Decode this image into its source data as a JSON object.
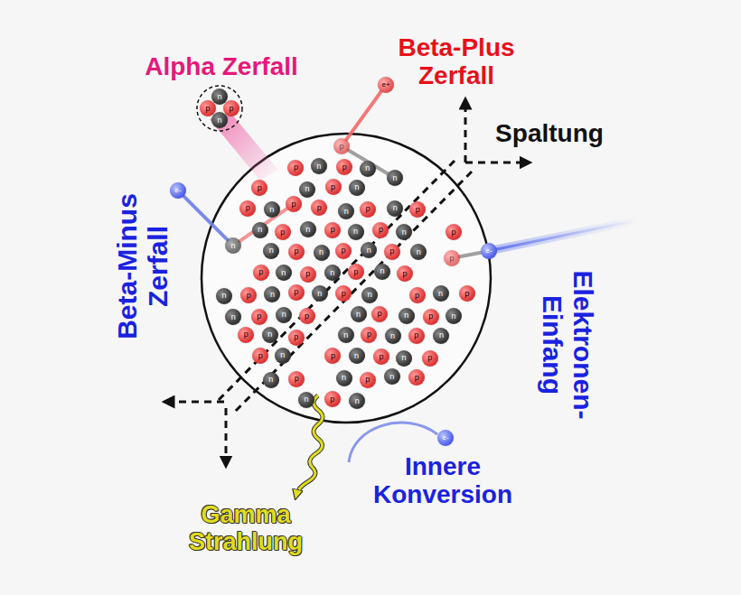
{
  "diagram": {
    "nodes": [
      {
        "text": [
          "n"
        ]
      },
      {
        "text": [
          "p"
        ]
      },
      {
        "text": [
          "p"
        ]
      },
      {
        "text": [
          "n"
        ]
      },
      {
        "text": [
          "e+"
        ]
      },
      {
        "text": [
          "p"
        ]
      },
      {
        "text": [
          "n"
        ]
      },
      {
        "text": [
          "e-"
        ]
      },
      {
        "text": [
          "n"
        ]
      },
      {
        "text": [
          "p"
        ]
      },
      {
        "text": [
          "e-"
        ]
      },
      {
        "text": [
          "p"
        ]
      },
      {
        "text": [
          "e-"
        ]
      },
      {
        "text": [
          "p"
        ]
      },
      {
        "text": [
          "n"
        ]
      },
      {
        "text": [
          "p"
        ]
      },
      {
        "text": [
          "n"
        ]
      },
      {
        "text": [
          "p"
        ]
      },
      {
        "text": [
          "n"
        ]
      },
      {
        "text": [
          "p"
        ]
      },
      {
        "text": [
          "n"
        ]
      },
      {
        "text": [
          "p"
        ]
      },
      {
        "text": [
          "n"
        ]
      },
      {
        "text": [
          "p"
        ]
      },
      {
        "text": [
          "n"
        ]
      },
      {
        "text": [
          "p"
        ]
      },
      {
        "text": [
          "n"
        ]
      },
      {
        "text": [
          "p"
        ]
      },
      {
        "text": [
          "n"
        ]
      },
      {
        "text": [
          "p"
        ]
      },
      {
        "text": [
          "n"
        ]
      },
      {
        "text": [
          "p"
        ]
      },
      {
        "text": [
          "n"
        ]
      },
      {
        "text": [
          "p"
        ]
      },
      {
        "text": [
          "n"
        ]
      },
      {
        "text": [
          "p"
        ]
      },
      {
        "text": [
          "n"
        ]
      },
      {
        "text": [
          "p"
        ]
      },
      {
        "text": [
          "n"
        ]
      },
      {
        "text": [
          "p"
        ]
      },
      {
        "text": [
          "n"
        ]
      },
      {
        "text": [
          "p"
        ]
      },
      {
        "text": [
          "n"
        ]
      },
      {
        "text": [
          "p"
        ]
      },
      {
        "text": [
          "n"
        ]
      },
      {
        "text": [
          "p"
        ]
      },
      {
        "text": [
          "n"
        ]
      },
      {
        "text": [
          "p"
        ]
      },
      {
        "text": [
          "n"
        ]
      },
      {
        "text": [
          "p"
        ]
      },
      {
        "text": [
          "n"
        ]
      },
      {
        "text": [
          "p"
        ]
      },
      {
        "text": [
          "n"
        ]
      },
      {
        "text": [
          "p"
        ]
      },
      {
        "text": [
          "n"
        ]
      },
      {
        "text": [
          "p"
        ]
      },
      {
        "text": [
          "n"
        ]
      },
      {
        "text": [
          "p"
        ]
      },
      {
        "text": [
          "n"
        ]
      },
      {
        "text": [
          "p"
        ]
      },
      {
        "text": [
          "n"
        ]
      },
      {
        "text": [
          "p"
        ]
      },
      {
        "text": [
          "n"
        ]
      },
      {
        "text": [
          "p"
        ]
      },
      {
        "text": [
          "n"
        ]
      },
      {
        "text": [
          "p"
        ]
      },
      {
        "text": [
          "n"
        ]
      },
      {
        "text": [
          "p"
        ]
      },
      {
        "text": [
          "n"
        ]
      },
      {
        "text": [
          "p"
        ]
      },
      {
        "text": [
          "n"
        ]
      },
      {
        "text": [
          "p"
        ]
      },
      {
        "text": [
          "n"
        ]
      },
      {
        "text": [
          "p"
        ]
      },
      {
        "text": [
          "n"
        ]
      },
      {
        "text": [
          "p"
        ]
      },
      {
        "text": [
          "n"
        ]
      },
      {
        "text": [
          "p"
        ]
      },
      {
        "text": [
          "n"
        ]
      },
      {
        "text": [
          "p"
        ]
      },
      {
        "text": [
          "n"
        ]
      },
      {
        "text": [
          "p"
        ]
      },
      {
        "text": [
          "n"
        ]
      },
      {
        "text": [
          "p"
        ]
      },
      {
        "text": [
          "n"
        ]
      },
      {
        "text": [
          "p"
        ]
      },
      {
        "text": [
          "n"
        ]
      },
      {
        "text": [
          "p"
        ]
      },
      {
        "text": [
          "n"
        ]
      },
      {
        "text": [
          "p"
        ]
      },
      {
        "text": [
          "n"
        ]
      },
      {
        "text": [
          "p"
        ]
      },
      {
        "text": [
          "n"
        ]
      }
    ],
    "edges": [
      {
        "from": 4,
        "to": 5,
        "arrow": "none"
      },
      {
        "from": 5,
        "to": 6,
        "arrow": "none"
      },
      {
        "from": 7,
        "to": 8,
        "arrow": "none"
      },
      {
        "from": 8,
        "to": 9,
        "arrow": "none"
      },
      {
        "from": 10,
        "to": 11,
        "arrow": "none"
      }
    ],
    "labels": [
      "Alpha Zerfall",
      "Beta-Plus Zerfall",
      "Spaltung",
      "Beta-Minus Zerfall",
      "Elektronen- Einfang",
      "Gamma Strahlung",
      "Innere Konversion"
    ]
  }
}
